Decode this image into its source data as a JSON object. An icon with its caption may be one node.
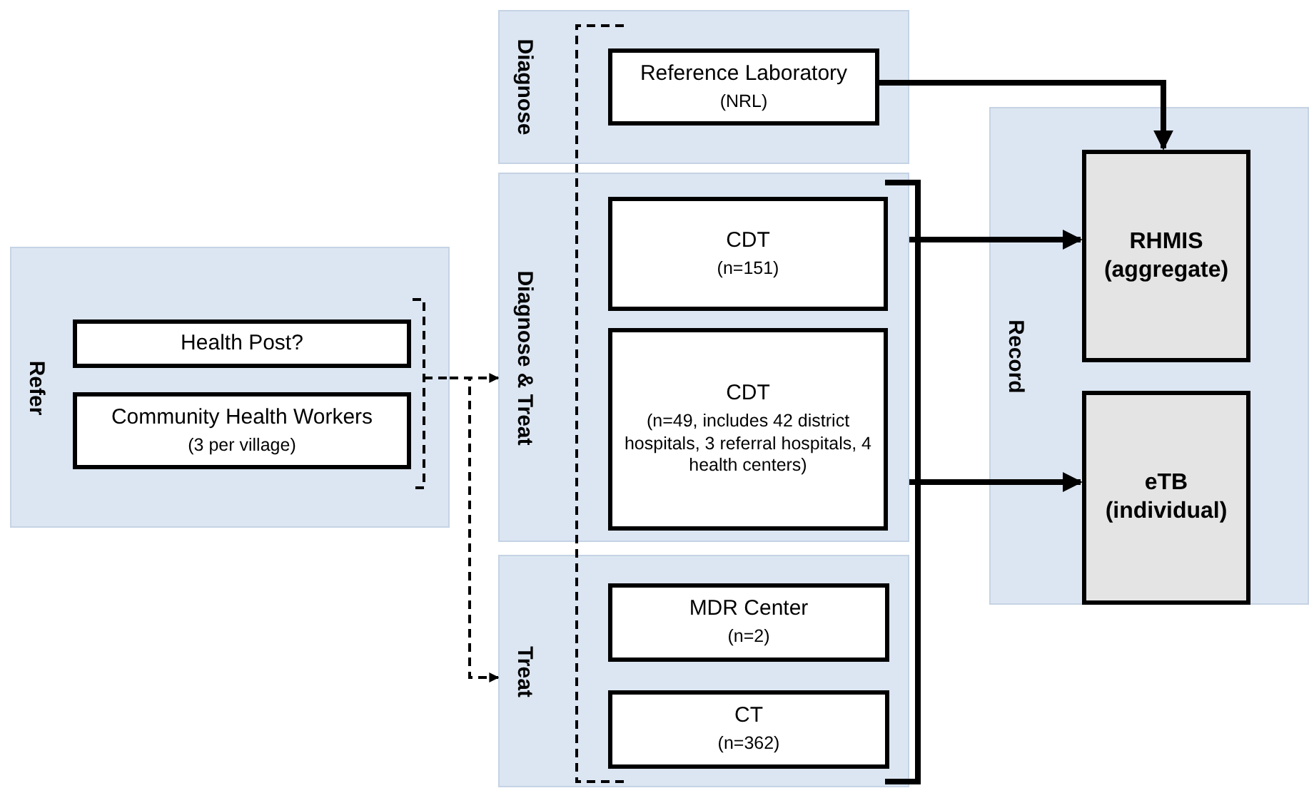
{
  "diagram": {
    "nodes": [
      {
        "text": [
          "Refer"
        ]
      },
      {
        "text": [
          "Health Post?"
        ],
        "in": 0
      },
      {
        "text": [
          "Community Health Workers",
          "(3 per village)"
        ],
        "in": 0
      },
      {
        "text": [
          "Diagnose"
        ]
      },
      {
        "text": [
          "Reference Laboratory",
          "(NRL)"
        ],
        "in": 3
      },
      {
        "text": [
          "Diagnose & Treat"
        ]
      },
      {
        "text": [
          "CDT",
          "(n=151)"
        ],
        "in": 5
      },
      {
        "text": [
          "CDT",
          "(n=49, includes 42 district hospitals, 3 referral hospitals, 4 health centers)"
        ],
        "in": 5
      },
      {
        "text": [
          "Treat"
        ]
      },
      {
        "text": [
          "MDR Center",
          "(n=2)"
        ],
        "in": 8
      },
      {
        "text": [
          "CT",
          "(n=362)"
        ],
        "in": 8
      },
      {
        "text": [
          "Record"
        ]
      },
      {
        "text": [
          "RHMIS",
          "(aggregate)"
        ],
        "in": 11
      },
      {
        "text": [
          "eTB",
          "(individual)"
        ],
        "in": 11
      }
    ],
    "edges": [
      {
        "from": 0,
        "to": 5,
        "arrow": "to",
        "style": "dashed"
      },
      {
        "from": 0,
        "to": 8,
        "arrow": "to",
        "style": "dashed"
      },
      {
        "from": 4,
        "to": 12,
        "arrow": "to"
      },
      {
        "from": 5,
        "to": 12,
        "arrow": "to"
      },
      {
        "from": 5,
        "to": 13,
        "arrow": "to"
      }
    ]
  }
}
